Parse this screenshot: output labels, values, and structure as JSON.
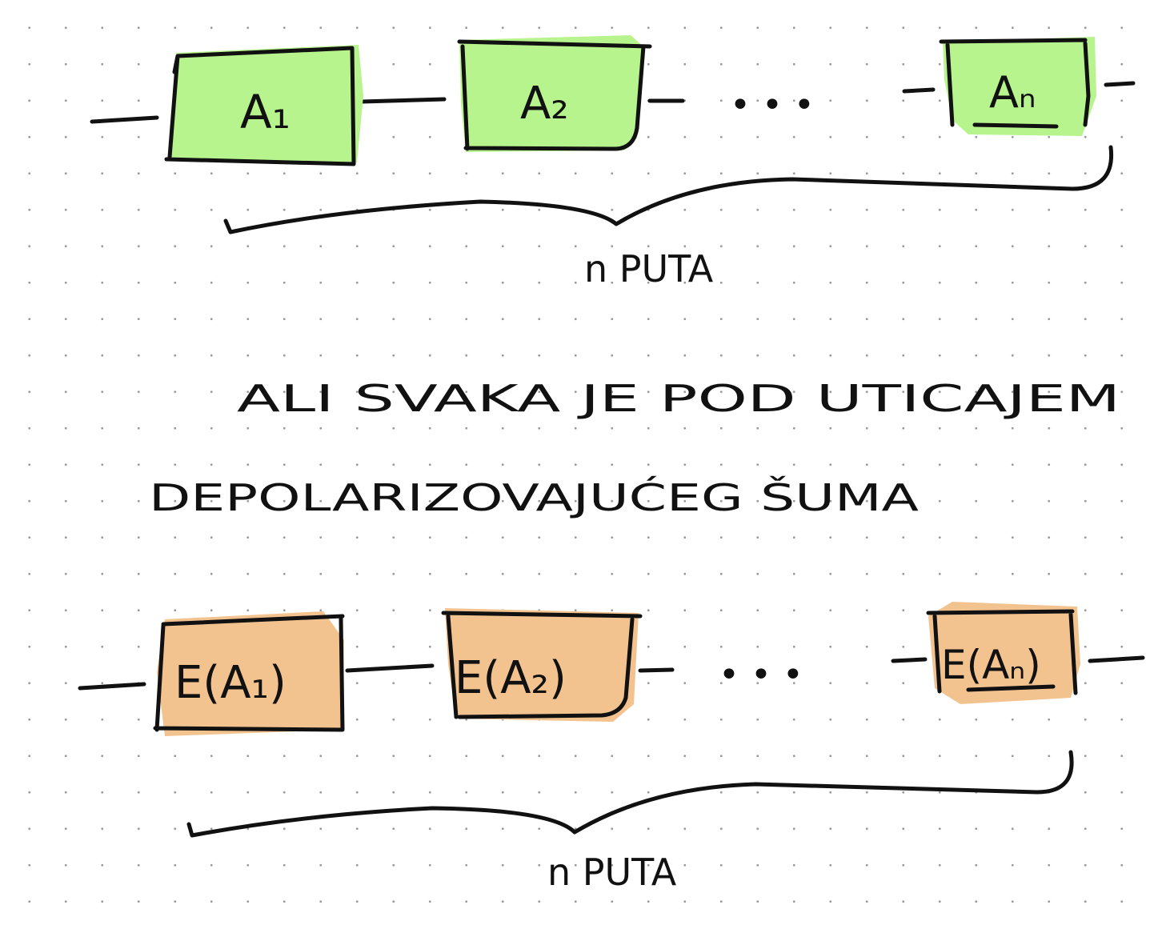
{
  "colors": {
    "ink": "#111111",
    "ideal_box_fill": "#b8f48e",
    "noisy_box_fill": "#f3c38f",
    "dot_grid": "#9a9a9a"
  },
  "top_row": {
    "boxes": [
      "A₁",
      "A₂",
      "Aₙ"
    ],
    "ellipsis": "• • •",
    "count_label": "n  PUTA"
  },
  "caption": {
    "line1": "ALI  SVAKA  JE  POD  UTICAJEM",
    "line2": "DEPOLARIZOVAJUĆEG  ŠUMA"
  },
  "bottom_row": {
    "boxes": [
      "E(A₁)",
      "E(A₂)",
      "E(Aₙ)"
    ],
    "ellipsis": "• • •",
    "count_label": "n  PUTA"
  }
}
